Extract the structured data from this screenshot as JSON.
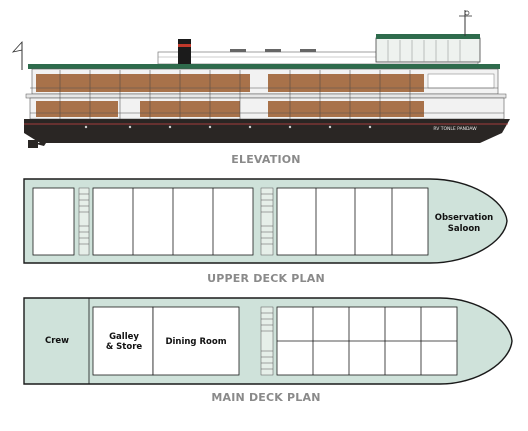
{
  "captions": {
    "elevation": "ELEVATION",
    "upper_deck": "UPPER DECK PLAN",
    "main_deck": "MAIN DECK PLAN"
  },
  "ship": {
    "hull_name": "RV TONLE PANDAW"
  },
  "rooms": {
    "observation_line1": "Observation",
    "observation_line2": "Saloon",
    "crew": "Crew",
    "galley_line1": "Galley",
    "galley_line2": "& Store",
    "dining_room": "Dining Room"
  },
  "colors": {
    "deck_fill": "#cfe2da",
    "outline": "#1a1a1a",
    "hull": "#2a2624",
    "timber": "#a8724a",
    "roof_green": "#2e6b4c",
    "caption": "#8a8a8a"
  }
}
